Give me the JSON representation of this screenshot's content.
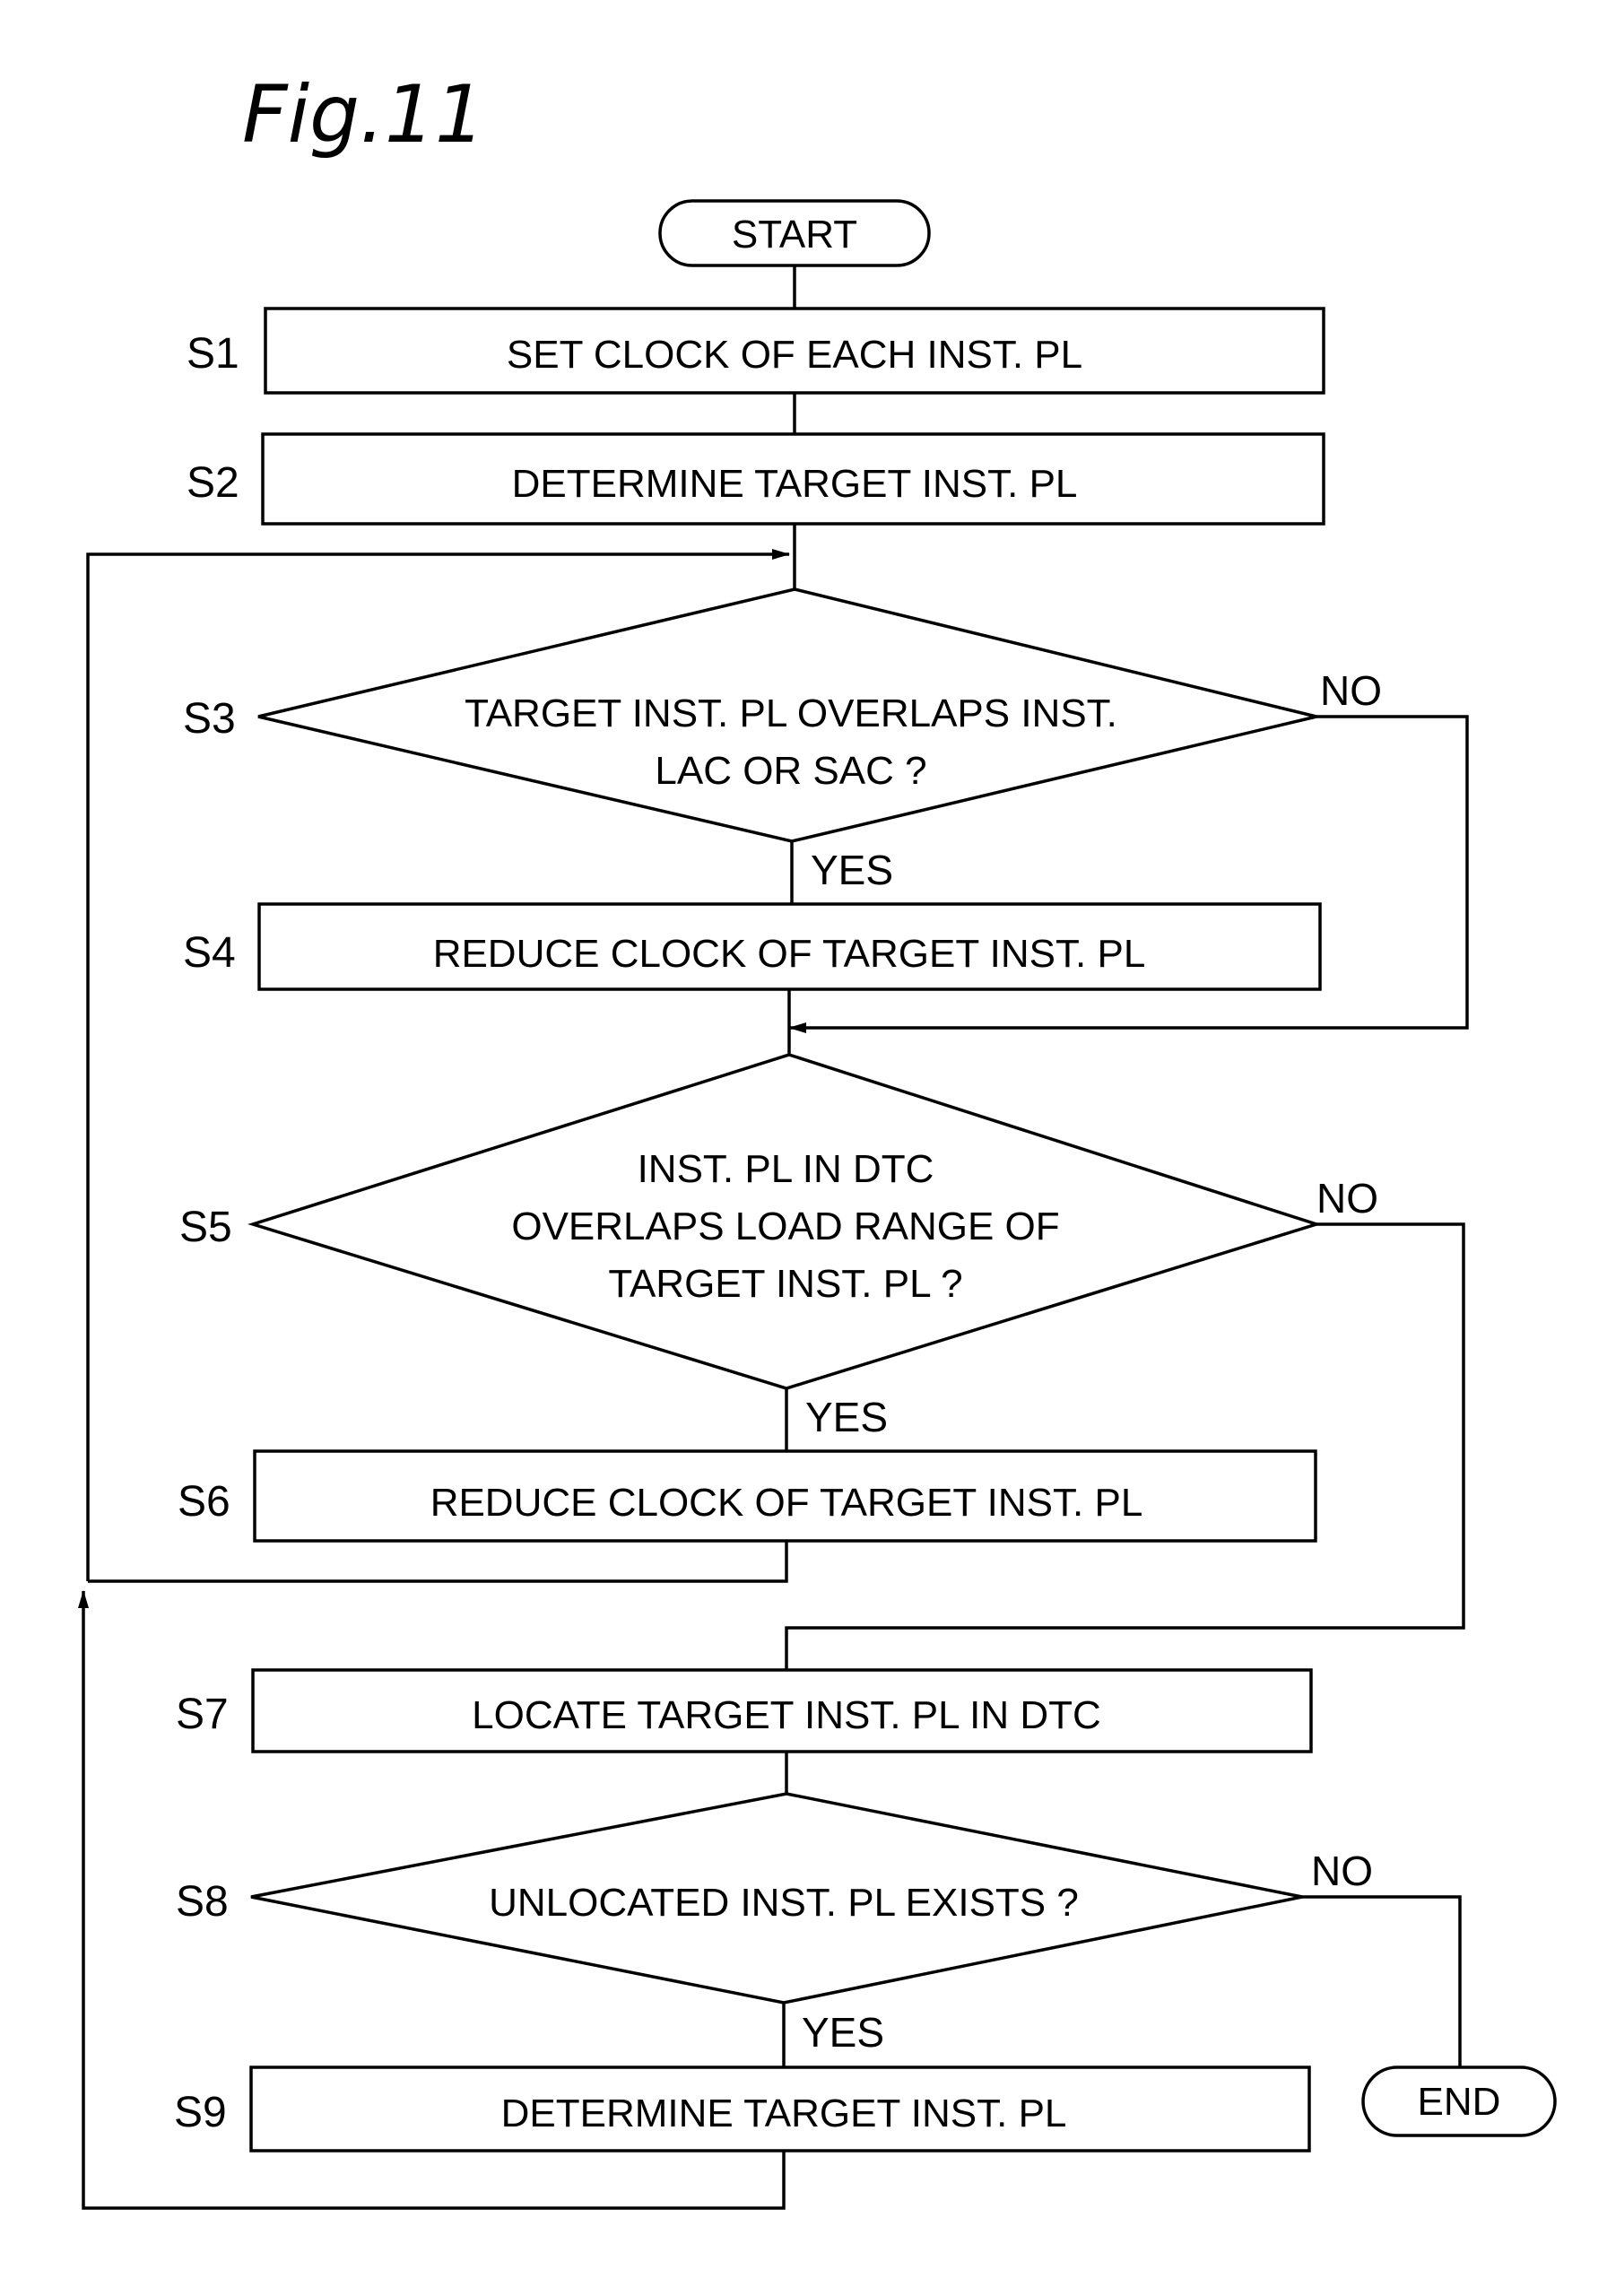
{
  "figure": {
    "title": "Fig.11"
  },
  "terminals": {
    "start": "START",
    "end": "END"
  },
  "steps": {
    "s1": {
      "label": "S1",
      "text": "SET CLOCK OF EACH INST. PL"
    },
    "s2": {
      "label": "S2",
      "text": "DETERMINE TARGET INST. PL"
    },
    "s3": {
      "label": "S3",
      "lines": [
        "TARGET INST. PL OVERLAPS INST.",
        "LAC OR SAC ?"
      ]
    },
    "s4": {
      "label": "S4",
      "text": "REDUCE CLOCK OF TARGET INST. PL"
    },
    "s5": {
      "label": "S5",
      "lines": [
        "INST. PL IN DTC",
        "OVERLAPS LOAD RANGE OF",
        "TARGET INST. PL ?"
      ]
    },
    "s6": {
      "label": "S6",
      "text": "REDUCE CLOCK OF TARGET INST. PL"
    },
    "s7": {
      "label": "S7",
      "text": "LOCATE TARGET INST. PL IN DTC"
    },
    "s8": {
      "label": "S8",
      "lines": [
        "UNLOCATED INST. PL EXISTS ?"
      ]
    },
    "s9": {
      "label": "S9",
      "text": "DETERMINE TARGET INST. PL"
    }
  },
  "branch_labels": {
    "yes": "YES",
    "no": "NO"
  }
}
